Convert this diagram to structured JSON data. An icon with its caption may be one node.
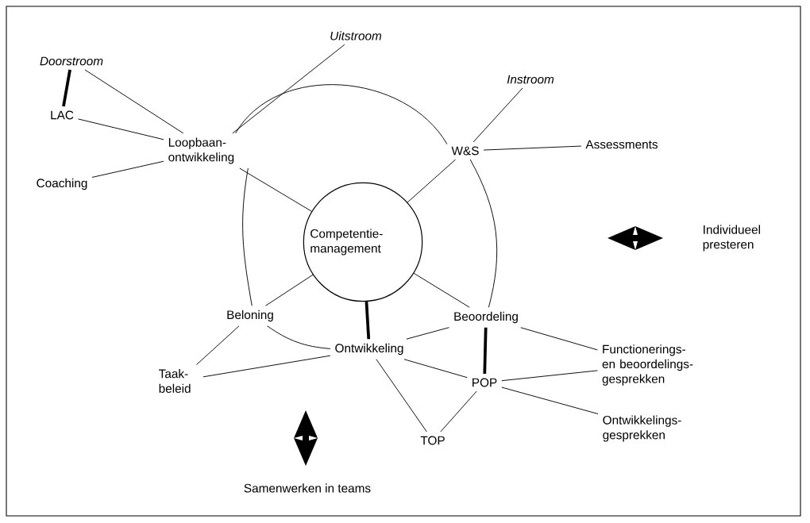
{
  "diagram": {
    "nodes": [
      {
        "text": [
          "Doorstroom"
        ]
      },
      {
        "text": [
          "Uitstroom"
        ]
      },
      {
        "text": [
          "LAC"
        ]
      },
      {
        "text": [
          "Loopbaan- ontwikkeling"
        ]
      },
      {
        "text": [
          "Coaching"
        ]
      },
      {
        "text": [
          "Instroom"
        ]
      },
      {
        "text": [
          "W&S"
        ]
      },
      {
        "text": [
          "Assessments"
        ]
      },
      {
        "text": [
          "Competentie- management"
        ]
      },
      {
        "text": [
          "Beloning"
        ]
      },
      {
        "text": [
          "Beoordeling"
        ]
      },
      {
        "text": [
          "Ontwikkeling"
        ]
      },
      {
        "text": [
          "Functionerings- en beoordelings- gesprekken"
        ]
      },
      {
        "text": [
          "Taak- beleid"
        ]
      },
      {
        "text": [
          "POP"
        ]
      },
      {
        "text": [
          "Ontwikkelings- gesprekken"
        ]
      },
      {
        "text": [
          "TOP"
        ]
      }
    ],
    "edges": [
      {
        "from": 0,
        "to": 2,
        "arrow": "none",
        "style": "thick"
      },
      {
        "from": 0,
        "to": 3,
        "arrow": "none"
      },
      {
        "from": 1,
        "to": 3,
        "arrow": "none"
      },
      {
        "from": 2,
        "to": 3,
        "arrow": "none"
      },
      {
        "from": 4,
        "to": 3,
        "arrow": "none"
      },
      {
        "from": 3,
        "to": 8,
        "arrow": "none"
      },
      {
        "from": 3,
        "to": 6,
        "arrow": "none"
      },
      {
        "from": 3,
        "to": 9,
        "arrow": "none"
      },
      {
        "from": 5,
        "to": 6,
        "arrow": "none"
      },
      {
        "from": 7,
        "to": 6,
        "arrow": "none"
      },
      {
        "from": 6,
        "to": 8,
        "arrow": "none"
      },
      {
        "from": 6,
        "to": 10,
        "arrow": "none"
      },
      {
        "from": 8,
        "to": 9,
        "arrow": "none"
      },
      {
        "from": 8,
        "to": 11,
        "arrow": "none",
        "style": "thick"
      },
      {
        "from": 8,
        "to": 10,
        "arrow": "none"
      },
      {
        "from": 9,
        "to": 11,
        "arrow": "none"
      },
      {
        "from": 9,
        "to": 13,
        "arrow": "none"
      },
      {
        "from": 11,
        "to": 13,
        "arrow": "none"
      },
      {
        "from": 11,
        "to": 10,
        "arrow": "none"
      },
      {
        "from": 11,
        "to": 14,
        "arrow": "none"
      },
      {
        "from": 11,
        "to": 16,
        "arrow": "none"
      },
      {
        "from": 10,
        "to": 14,
        "arrow": "none",
        "style": "thick"
      },
      {
        "from": 10,
        "to": 12,
        "arrow": "none"
      },
      {
        "from": 14,
        "to": 12,
        "arrow": "none"
      },
      {
        "from": 14,
        "to": 15,
        "arrow": "none"
      },
      {
        "from": 14,
        "to": 16,
        "arrow": "none"
      }
    ],
    "labels": [
      "Individueel presteren",
      "Samenwerken in teams"
    ]
  }
}
